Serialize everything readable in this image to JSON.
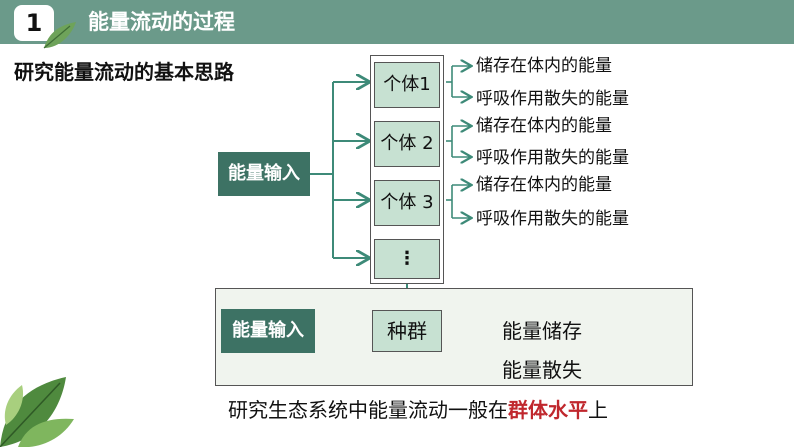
{
  "header": {
    "number": "1",
    "title": "能量流动的过程"
  },
  "subtitle": "研究能量流动的基本思路",
  "diagram": {
    "input_label": "能量输入",
    "individuals": [
      "个体1",
      "个体 2",
      "个体 3",
      "⋮"
    ],
    "branches": {
      "stored": "储存在体内的能量",
      "respired": "呼吸作用散失的能量"
    },
    "population": {
      "input_label": "能量输入",
      "node": "种群",
      "out_stored": "能量储存",
      "out_lost": "能量散失"
    }
  },
  "caption": {
    "prefix": "研究生态系统中能量流动一般在",
    "highlight": "群体水平",
    "suffix": "上"
  },
  "colors": {
    "header": "#6b9a8a",
    "input_box": "#3d7264",
    "cell": "#c7e1d2",
    "arrow": "#3d8a78",
    "highlight": "#c0272d"
  }
}
